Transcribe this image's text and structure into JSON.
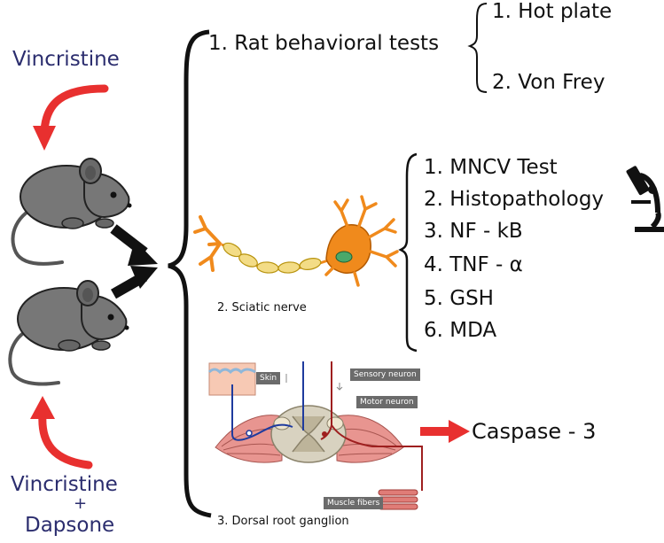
{
  "drugs": {
    "top": "Vincristine",
    "bottom_line1": "Vincristine",
    "bottom_line2": "+",
    "bottom_line3": "Dapsone"
  },
  "rat_tests": {
    "title": "1. Rat behavioral tests",
    "items": [
      "1. Hot plate",
      "2. Von Frey"
    ]
  },
  "sciatic": {
    "label": "2. Sciatic nerve",
    "items": [
      "1. MNCV Test",
      "2. Histopathology",
      "3. NF - kB",
      "4. TNF - α",
      "5. GSH",
      "6. MDA"
    ]
  },
  "drg": {
    "label": "3. Dorsal root ganglion",
    "tags": {
      "skin": "Skin",
      "sensory": "Sensory neuron",
      "motor": "Motor neuron",
      "muscle": "Muscle fibers"
    },
    "marker": "Caspase - 3"
  },
  "colors": {
    "arrow_red": "#e8302f",
    "drug_text": "#2b2d6e",
    "neuron_orange": "#f08a1c",
    "myelin_yellow": "#f3dc86"
  }
}
